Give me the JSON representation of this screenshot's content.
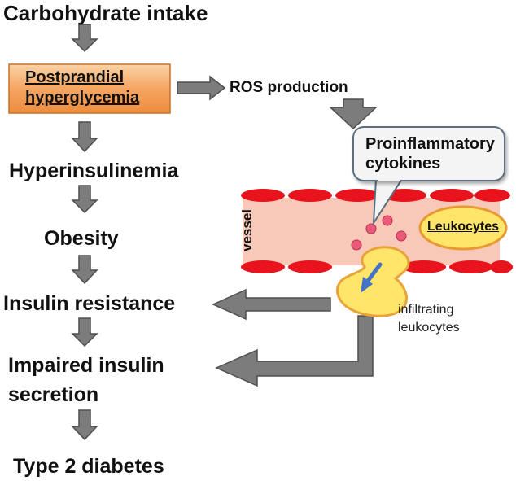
{
  "nodes": {
    "carbohydrate_intake": "Carbohydrate intake",
    "postprandial_line1": "Postprandial",
    "postprandial_line2": "hyperglycemia",
    "hyperinsulinemia": "Hyperinsulinemia",
    "obesity": "Obesity",
    "insulin_resistance": "Insulin resistance",
    "impaired_line1": "Impaired insulin",
    "impaired_line2": "secretion",
    "type2_diabetes": "Type 2 diabetes",
    "ros_production": "ROS production",
    "cytokines_line1": "Proinflammatory",
    "cytokines_line2": "cytokines",
    "vessel": "vessel",
    "leukocytes": "Leukocytes",
    "infiltrating_line1": "infiltrating",
    "infiltrating_line2": "leukocytes"
  },
  "colors": {
    "arrow_fill": "#7c7c7c",
    "arrow_stroke": "#4f4f4f",
    "highlight_box": "#f5a563",
    "vessel_wall": "#e8131d",
    "vessel_lumen": "#f8c8b8",
    "leukocyte_fill": "#ffe66a",
    "leukocyte_border": "#e89a30",
    "particle": "#ec5a7a",
    "migration_arrow": "#4472c4"
  }
}
